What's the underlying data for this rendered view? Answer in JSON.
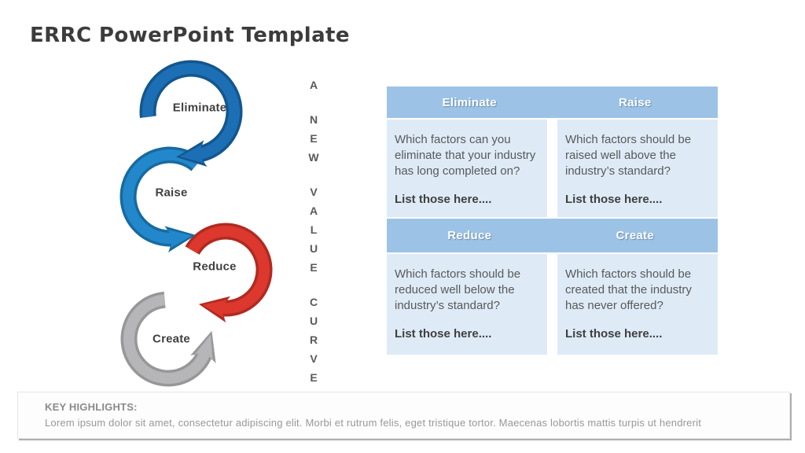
{
  "slide": {
    "title": "ERRC PowerPoint Template",
    "background_color": "#ffffff"
  },
  "diagram": {
    "steps": [
      {
        "label": "Eliminate",
        "color": "#1c6fb4",
        "edge_color": "#14568d"
      },
      {
        "label": "Raise",
        "color": "#2288cb",
        "edge_color": "#176a9f"
      },
      {
        "label": "Reduce",
        "color": "#dc382d",
        "edge_color": "#b02a22"
      },
      {
        "label": "Create",
        "color": "#b6b6b8",
        "edge_color": "#979799"
      }
    ],
    "vertical_text": {
      "text": "A NEW VALUE CURVE",
      "words": [
        "A",
        "NEW",
        "VALUE",
        "CURVE"
      ]
    }
  },
  "table": {
    "header_color": "#9cc3e6",
    "body_color": "#deebf7",
    "rows": [
      {
        "headers": [
          "Eliminate",
          "Raise"
        ],
        "cells": [
          {
            "question": "Which factors can you eliminate that your industry has long completed on?",
            "cta": "List those here...."
          },
          {
            "question": "Which factors should be raised well above the industry’s standard?",
            "cta": "List those here...."
          }
        ]
      },
      {
        "headers": [
          "Reduce",
          "Create"
        ],
        "cells": [
          {
            "question": "Which factors should be reduced well below the industry’s standard?",
            "cta": "List those here...."
          },
          {
            "question": "Which factors should be created that the industry has never offered?",
            "cta": "List those here...."
          }
        ]
      }
    ]
  },
  "footer": {
    "heading": "KEY HIGHLIGHTS:",
    "body": "Lorem ipsum dolor sit amet, consectetur adipiscing elit. Morbi et rutrum felis, eget tristique tortor. Maecenas lobortis mattis turpis ut hendrerit"
  }
}
